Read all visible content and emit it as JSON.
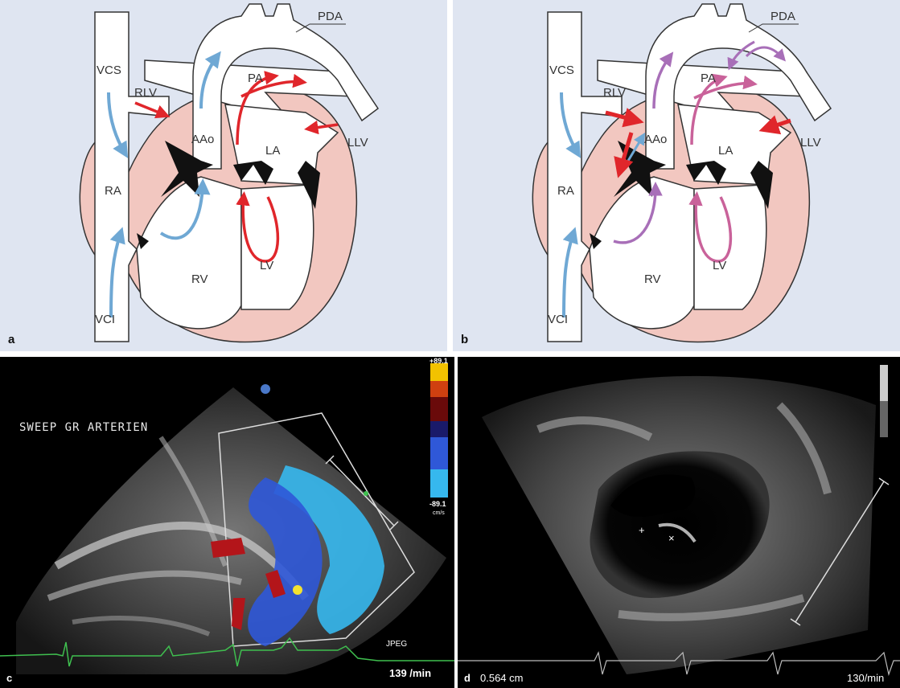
{
  "panels": {
    "a": {
      "letter": "a"
    },
    "b": {
      "letter": "b"
    },
    "c": {
      "letter": "c",
      "overlay_text": "SWEEP GR ARTERIEN",
      "heart_rate": "139 /min",
      "format_label": "JPEG",
      "scale_top": "+89.1",
      "scale_bottom": "-89.1",
      "scale_unit": "cm/s"
    },
    "d": {
      "letter": "d",
      "measurement": "0.564 cm",
      "heart_rate": "130/min"
    }
  },
  "labels": {
    "vcs": "VCS",
    "vci": "VCI",
    "ra": "RA",
    "rv": "RV",
    "rlv": "RLV",
    "aao": "AAo",
    "pa": "PA",
    "pda": "PDA",
    "la": "LA",
    "llv": "LLV",
    "lv": "LV"
  },
  "colors": {
    "background": "#dfe5f1",
    "myocardium": "#f2c7c0",
    "deoxygenated": "#6fa8d4",
    "oxygenated": "#e0262b",
    "mixed": "#a86fb8",
    "mixed_pink": "#c9629a",
    "doppler_blue": "#2f58d8",
    "doppler_cyan": "#36b8ee",
    "doppler_red": "#b3151a",
    "ecg_green": "#3fbf4f"
  }
}
